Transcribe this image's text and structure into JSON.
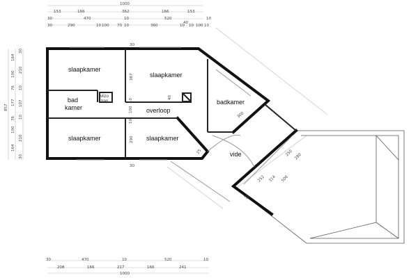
{
  "rooms": {
    "slaapkamer_nw": "slaapkamer",
    "slaapkamer_n": "slaapkamer",
    "badkamer": "badkamer",
    "bad_kamer_line1": "bad",
    "bad_kamer_line2": "kamer",
    "vlizo_line1": "vlizo",
    "vlizo_line2": "trap",
    "overloop": "overloop",
    "slaapkamer_sw": "slaapkamer",
    "slaapkamer_s": "slaapkamer",
    "vide": "vide"
  },
  "dimensions": {
    "top": {
      "total": "1000",
      "row1": [
        "153",
        "166",
        "362",
        "166",
        "153"
      ],
      "row2": [
        "30",
        "470",
        "10",
        "520",
        "10"
      ],
      "row3": [
        "30",
        "290",
        "10",
        "100",
        "70",
        "10",
        "360",
        "10",
        "40",
        "10",
        "100",
        "10"
      ]
    },
    "bottom": {
      "row1": [
        "30",
        "470",
        "10",
        "520",
        "10"
      ],
      "row2": [
        "208",
        "166",
        "217",
        "166",
        "241"
      ],
      "total": "1000"
    },
    "left": {
      "total": "857",
      "col1": [
        "164",
        "100",
        "76",
        "177",
        "76",
        "100",
        "164"
      ],
      "col2": [
        "30",
        "210",
        "10",
        "107",
        "10",
        "210",
        "30"
      ]
    },
    "interior": [
      "387",
      "10",
      "100",
      "10",
      "290",
      "30",
      "30",
      "40",
      "300",
      "250",
      "280",
      "314",
      "506",
      "252",
      "20",
      "25"
    ]
  },
  "colors": {
    "wall": "#111111",
    "background": "#ffffff"
  }
}
